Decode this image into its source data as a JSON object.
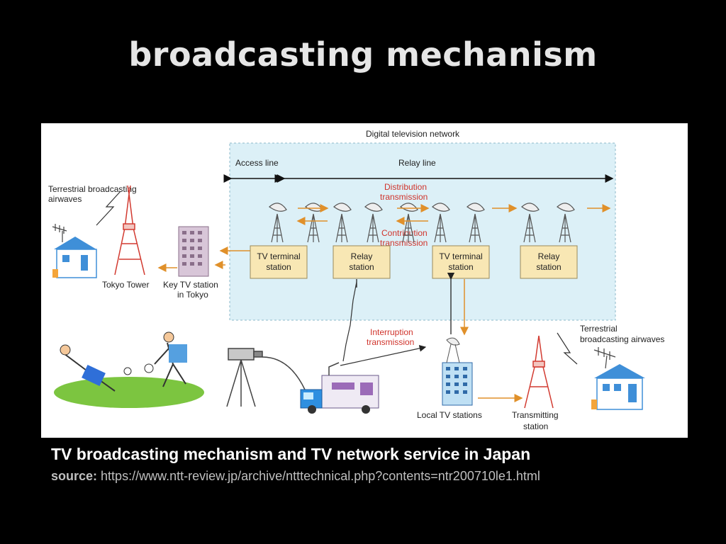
{
  "slide": {
    "title": "broadcasting mechanism",
    "caption": "TV broadcasting mechanism and TV network service in Japan",
    "source_label": "source:",
    "source_url": "https://www.ntt-review.jp/archive/ntttechnical.php?contents=ntr200710le1.html"
  },
  "diagram": {
    "network_label": "Digital television network",
    "access_line": "Access line",
    "relay_line": "Relay line",
    "distribution_1": "Distribution",
    "distribution_2": "transmission",
    "contribution_1": "Contribution",
    "contribution_2": "transmission",
    "interruption_1": "Interruption",
    "interruption_2": "transmission",
    "terrestrial_left_1": "Terrestrial broadcasting",
    "terrestrial_left_2": "airwaves",
    "terrestrial_right_1": "Terrestrial",
    "terrestrial_right_2": "broadcasting airwaves",
    "tokyo_tower": "Tokyo Tower",
    "key_station_1": "Key TV station",
    "key_station_2": "in Tokyo",
    "tv_terminal_1": "TV terminal",
    "tv_terminal_2": "station",
    "relay_1": "Relay",
    "relay_2": "station",
    "local_stations": "Local TV stations",
    "transmitting_1": "Transmitting",
    "transmitting_2": "station"
  },
  "colors": {
    "network_fill": "#dcf0f7",
    "box_fill": "#f8e7b4",
    "red_text": "#d0342c",
    "arrow_orange": "#e0902a"
  }
}
